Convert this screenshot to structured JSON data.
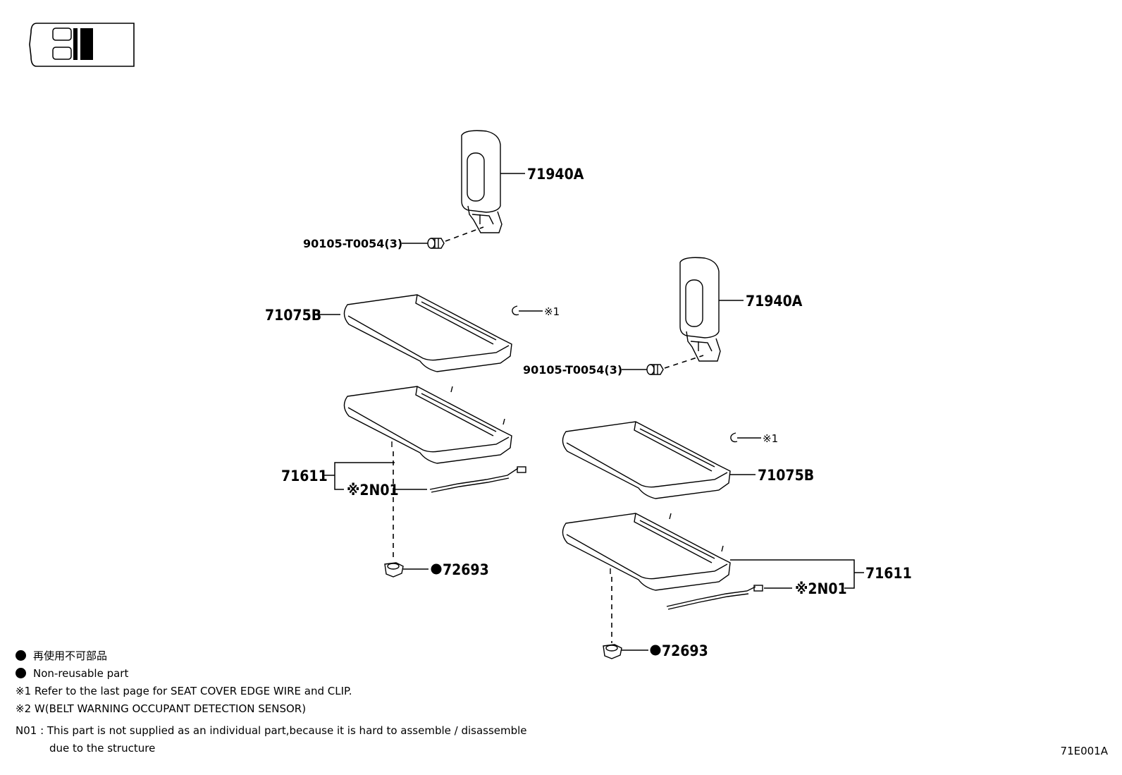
{
  "diagram": {
    "callouts": {
      "headrest_a": "71940A",
      "bolt_a": "90105-T0054(3)",
      "headrest_b": "71940A",
      "bolt_b": "90105-T0054(3)",
      "cover_a": "71075B",
      "cover_b": "71075B",
      "pad_a": "71611",
      "pad_b": "71611",
      "sensor_a": "※2N01",
      "sensor_b": "※2N01",
      "clip_a": "72693",
      "clip_b": "72693",
      "wire_a": "※1",
      "wire_b": "※1"
    }
  },
  "legend": {
    "nonreusable_jp": "再使用不可部品",
    "nonreusable_en": "Non-reusable part",
    "note1": "※1  Refer to the last page for SEAT COVER EDGE WIRE and CLIP.",
    "note2": "※2 W(BELT WARNING OCCUPANT DETECTION SENSOR)",
    "note3_line1": "N01 : This part is not supplied as an individual part,because it is hard to assemble / disassemble",
    "note3_line2": "due to the structure"
  },
  "page_code": "71E001A",
  "icons": [
    "vehicle-position-icon",
    "bullet-dot-icon"
  ]
}
